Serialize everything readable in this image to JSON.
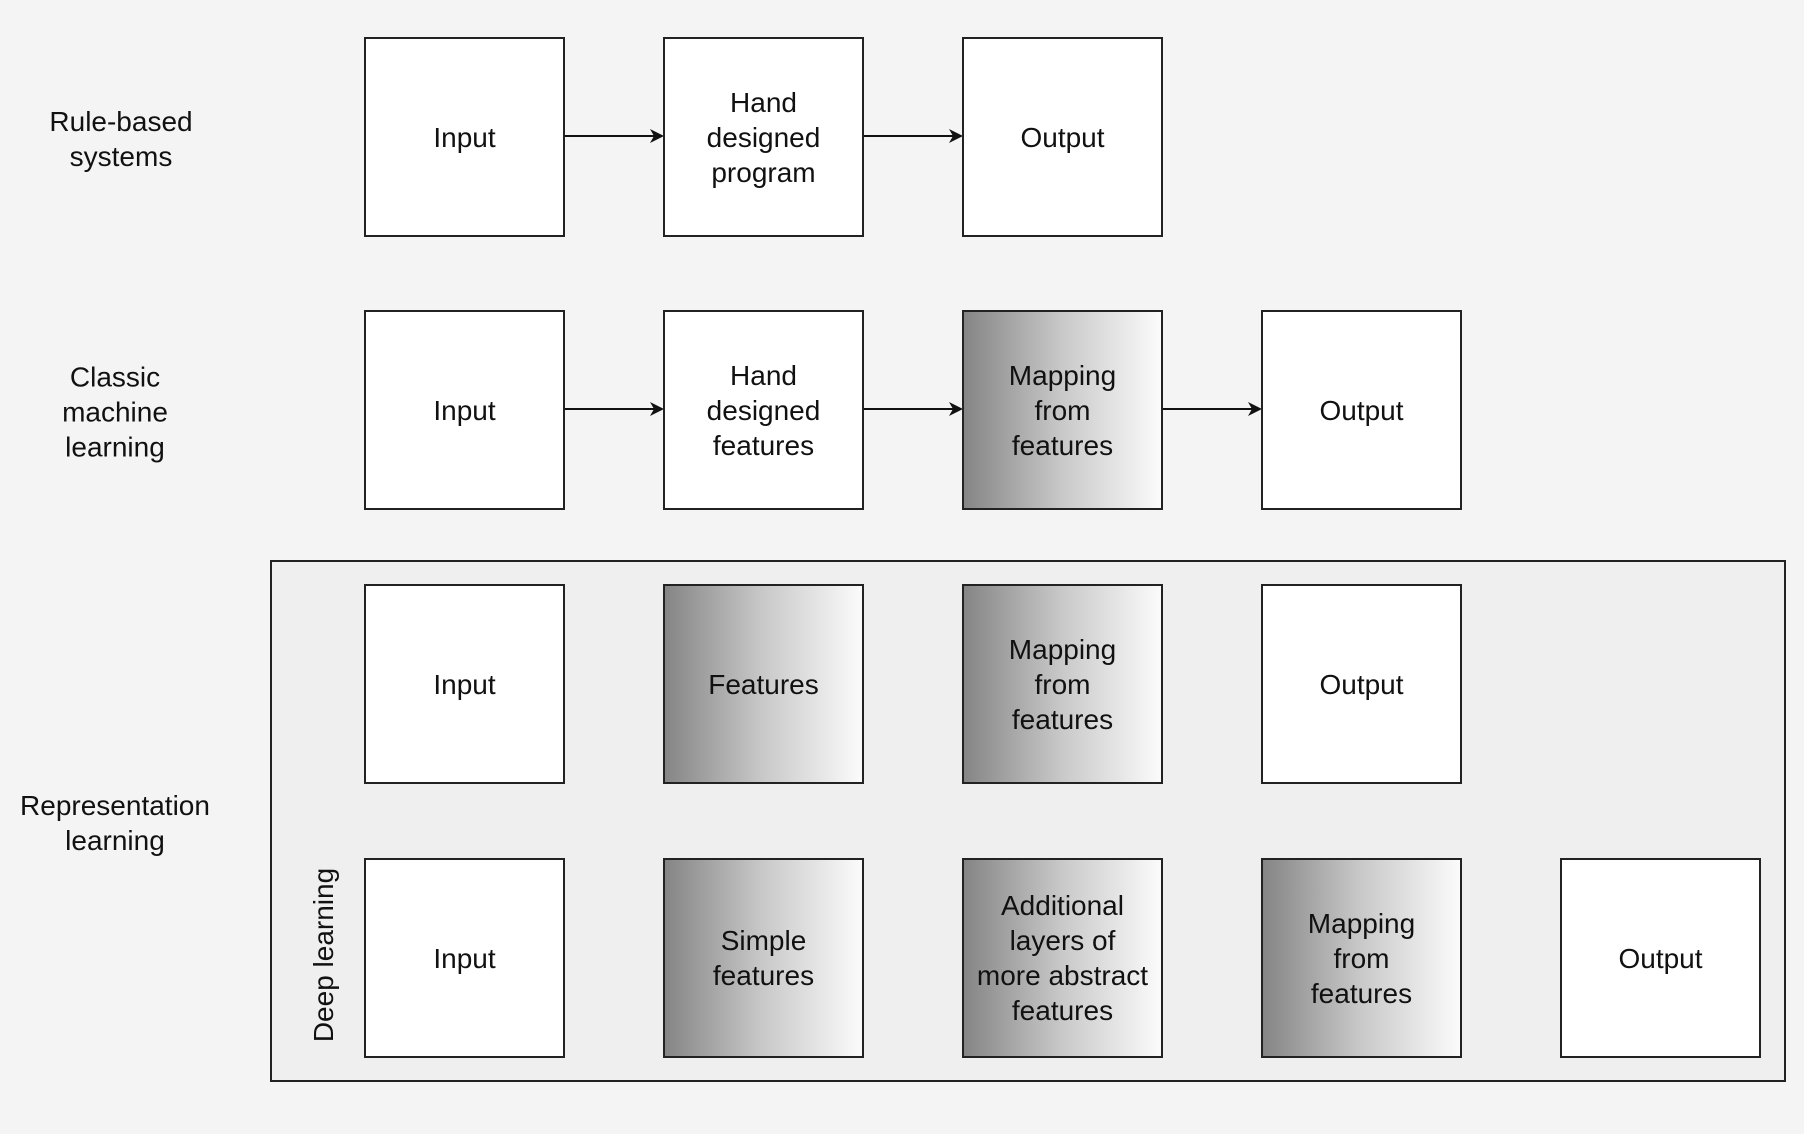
{
  "rows": [
    {
      "label": "Rule-based\nsystems",
      "nodes": [
        {
          "text": "Input",
          "learned": false
        },
        {
          "text": "Hand\ndesigned\nprogram",
          "learned": false
        },
        {
          "text": "Output",
          "learned": false
        }
      ]
    },
    {
      "label": "Classic\nmachine\nlearning",
      "nodes": [
        {
          "text": "Input",
          "learned": false
        },
        {
          "text": "Hand\ndesigned\nfeatures",
          "learned": false
        },
        {
          "text": "Mapping\nfrom\nfeatures",
          "learned": true
        },
        {
          "text": "Output",
          "learned": false
        }
      ]
    },
    {
      "label": "",
      "nodes": [
        {
          "text": "Input",
          "learned": false
        },
        {
          "text": "Features",
          "learned": true
        },
        {
          "text": "Mapping\nfrom\nfeatures",
          "learned": true
        },
        {
          "text": "Output",
          "learned": false
        }
      ]
    },
    {
      "label": "",
      "nodes": [
        {
          "text": "Input",
          "learned": false
        },
        {
          "text": "Simple\nfeatures",
          "learned": true
        },
        {
          "text": "Additional\nlayers of\nmore abstract\nfeatures",
          "learned": true
        },
        {
          "text": "Mapping\nfrom\nfeatures",
          "learned": true
        },
        {
          "text": "Output",
          "learned": false
        }
      ]
    }
  ],
  "representation_label": "Representation\nlearning",
  "deep_learning_label": "Deep learning",
  "colors": {
    "background": "#f4f4f4",
    "box_border": "#222222",
    "container_fill": "#efefef",
    "gradient_dark": "#858585",
    "gradient_light": "#fbfbfb"
  }
}
